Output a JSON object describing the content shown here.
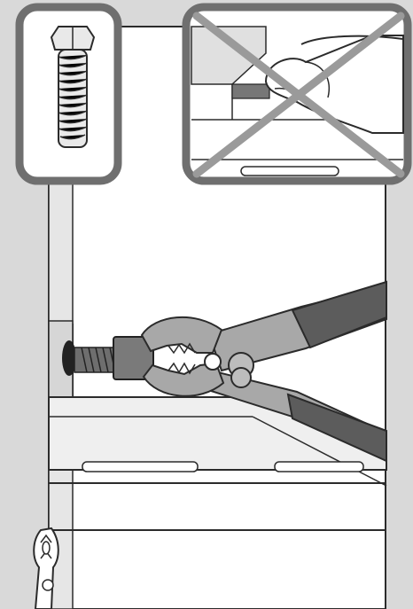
{
  "illustration": {
    "main_scene": "pliers-gripping-bolt",
    "inset_left": "hex-bolt",
    "inset_right": "do-not-remove-by-hand",
    "corner_tool": "pliers-tool"
  },
  "colors": {
    "background": "#d9d9d9",
    "panel": "#ffffff",
    "inset_frame": "#6f6f6f",
    "line": "#2b2b2b",
    "pliers_metal": "#a8a8a8",
    "pliers_grip": "#5c5c5c",
    "cross": "#9a9a9a",
    "washer": "#222222"
  }
}
